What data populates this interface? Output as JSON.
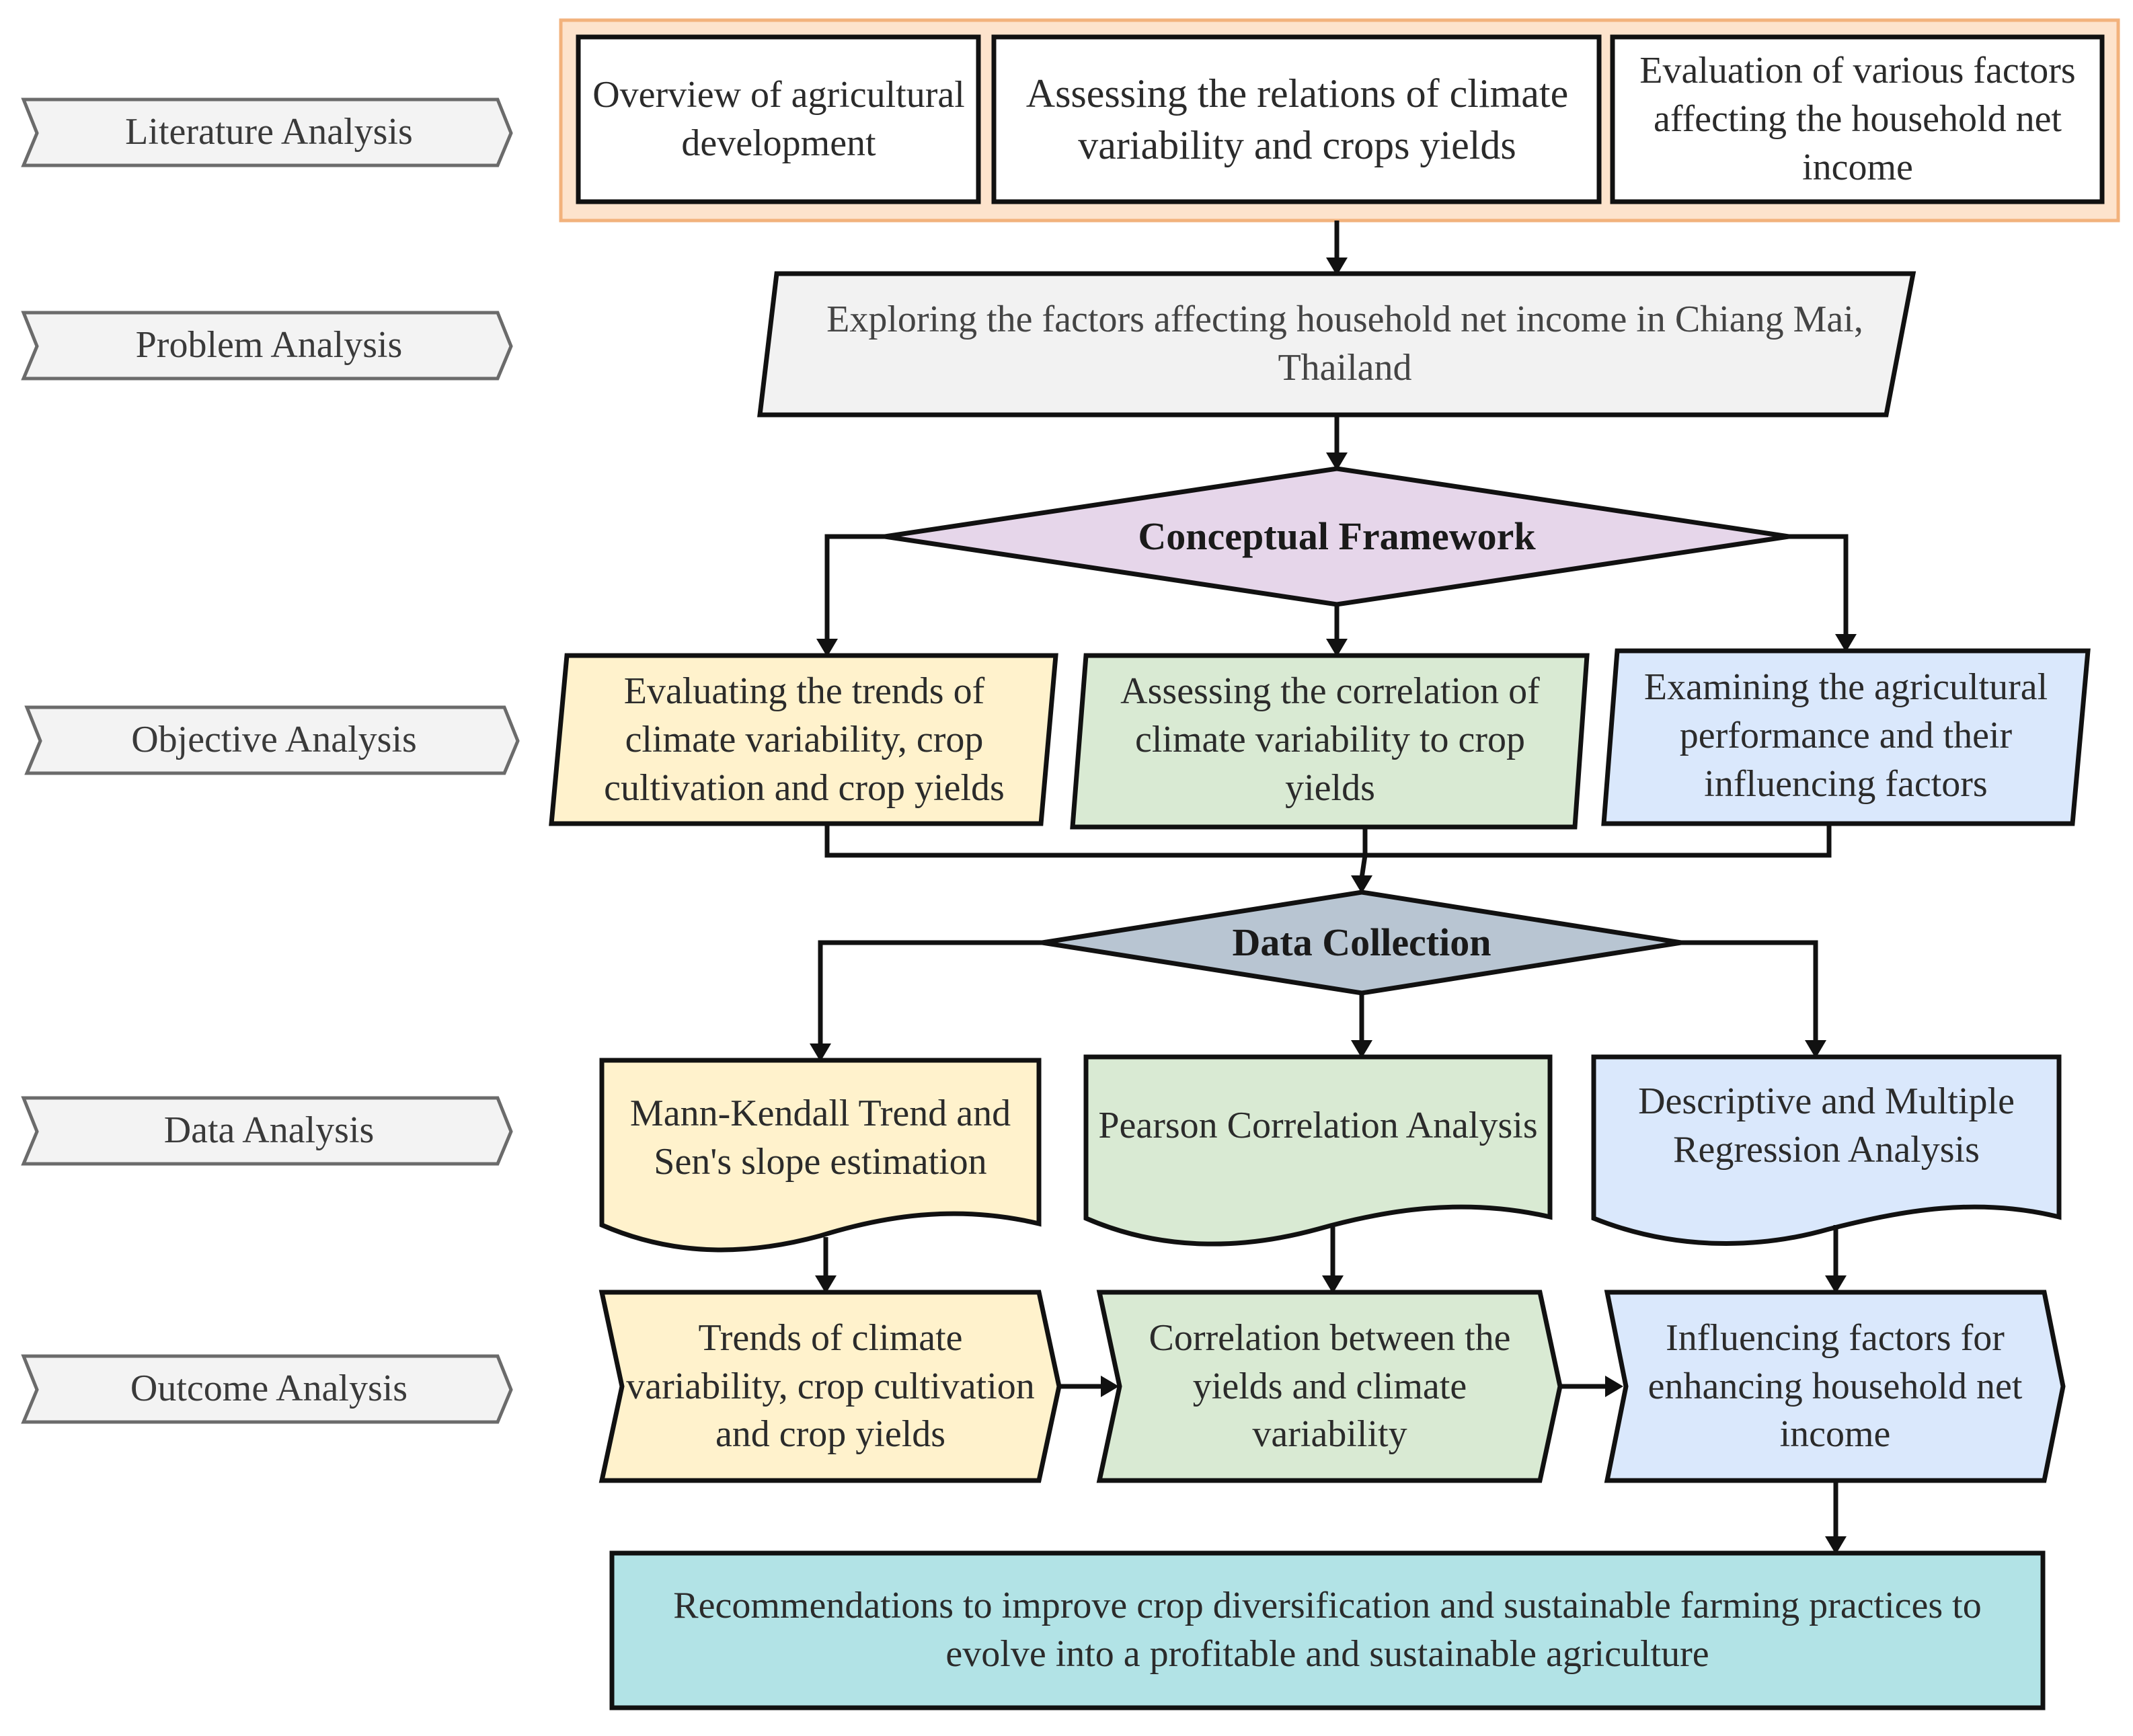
{
  "colors": {
    "literature_band": "#fde3cc",
    "literature_band_border": "#f2b27c",
    "problem_box": "#f2f2f2",
    "conceptual_diamond": "#e6d6ea",
    "data_diamond": "#b8c5d2",
    "yellow": "#fff2cc",
    "green": "#d9ead3",
    "blue": "#dae8fc",
    "teal": "#b2e3e6",
    "stage_tag": "#f3f3f3"
  },
  "stages": {
    "literature": "Literature Analysis",
    "problem": "Problem Analysis",
    "objective": "Objective Analysis",
    "data": "Data Analysis",
    "outcome": "Outcome Analysis"
  },
  "literature": {
    "box1": "Overview of agricultural development",
    "box2": "Assessing the relations of climate variability and crops yields",
    "box3": "Evaluation of various factors affecting the household net income"
  },
  "problem": "Exploring the factors affecting household net income in Chiang Mai, Thailand",
  "conceptual_framework": "Conceptual Framework",
  "objectives": {
    "o1": "Evaluating the trends of climate variability, crop cultivation and crop yields",
    "o2": "Assessing the correlation of climate variability to crop yields",
    "o3": "Examining the agricultural performance and their influencing factors"
  },
  "data_collection": "Data Collection",
  "methods": {
    "m1": "Mann-Kendall Trend and Sen's slope estimation",
    "m2": "Pearson Correlation Analysis",
    "m3": "Descriptive and Multiple Regression Analysis"
  },
  "outcomes": {
    "r1": "Trends of climate variability, crop cultivation and crop yields",
    "r2": "Correlation between the yields and climate variability",
    "r3": "Influencing factors for enhancing household net income"
  },
  "recommendation": "Recommendations to improve crop diversification and sustainable farming practices to evolve into a profitable and sustainable agriculture"
}
